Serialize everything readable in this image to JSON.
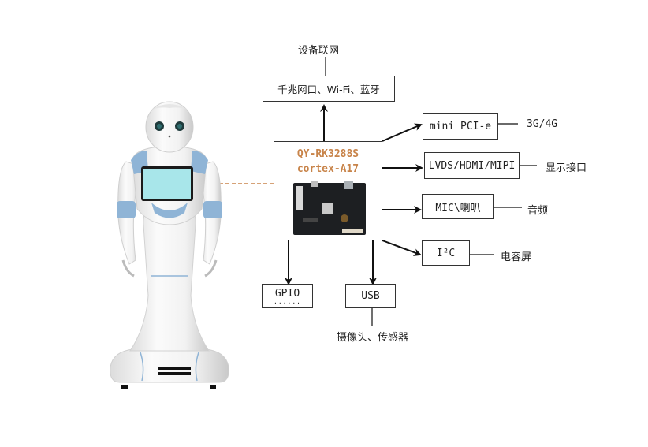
{
  "diagram": {
    "top_label": "设备联网",
    "network_box": "千兆网口、Wi-Fi、蓝牙",
    "soc": {
      "line1": "QY-RK3288S",
      "line2": "cortex-A17",
      "image": "board-photo"
    },
    "right_boxes": [
      {
        "label": "mini PCI-e",
        "note": "3G/4G"
      },
      {
        "label": "LVDS/HDMI/MIPI",
        "note": "显示接口"
      },
      {
        "label": "MIC\\喇叭",
        "note": "音频"
      },
      {
        "label": "I²C",
        "note": "电容屏"
      }
    ],
    "bottom_boxes": [
      {
        "label": "GPIO",
        "sub": "......"
      },
      {
        "label": "USB",
        "note": "摄像头、传感器"
      }
    ],
    "robot": {
      "image": "service-robot",
      "screen_color": "#a8e6ea",
      "accent_color": "#8fb4d6"
    },
    "colors": {
      "line": "#222222",
      "soc_text": "#c8844a",
      "dashed_link": "#c8844a"
    }
  }
}
